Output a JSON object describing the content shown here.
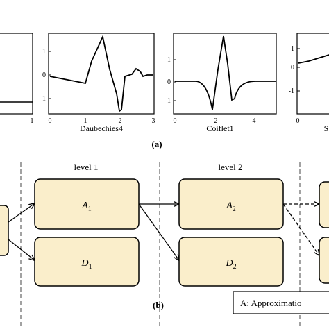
{
  "part_a": {
    "caption": "(a)",
    "plots": [
      {
        "name": "",
        "yticks": [],
        "xticks": [
          "1"
        ]
      },
      {
        "name": "Daubechies4",
        "yticks": [
          "1",
          "0",
          "-1"
        ],
        "xticks": [
          "0",
          "1",
          "2",
          "3"
        ]
      },
      {
        "name": "Coiflet1",
        "yticks": [
          "1",
          "0",
          "-1"
        ],
        "xticks": [
          "0",
          "2",
          "4"
        ]
      },
      {
        "name": "S",
        "yticks": [
          "1",
          "0",
          "-1"
        ],
        "xticks": [
          "0"
        ]
      }
    ]
  },
  "part_b": {
    "caption": "(b)",
    "levels": [
      "level 1",
      "level 2"
    ],
    "boxes": [
      {
        "id": "A1",
        "main": "A",
        "sub": "1"
      },
      {
        "id": "D1",
        "main": "D",
        "sub": "1"
      },
      {
        "id": "A2",
        "main": "A",
        "sub": "2"
      },
      {
        "id": "D2",
        "main": "D",
        "sub": "2"
      }
    ],
    "legend": "A: Approximatio",
    "colors": {
      "box_fill": "#faeecb",
      "box_stroke": "#000000"
    }
  }
}
